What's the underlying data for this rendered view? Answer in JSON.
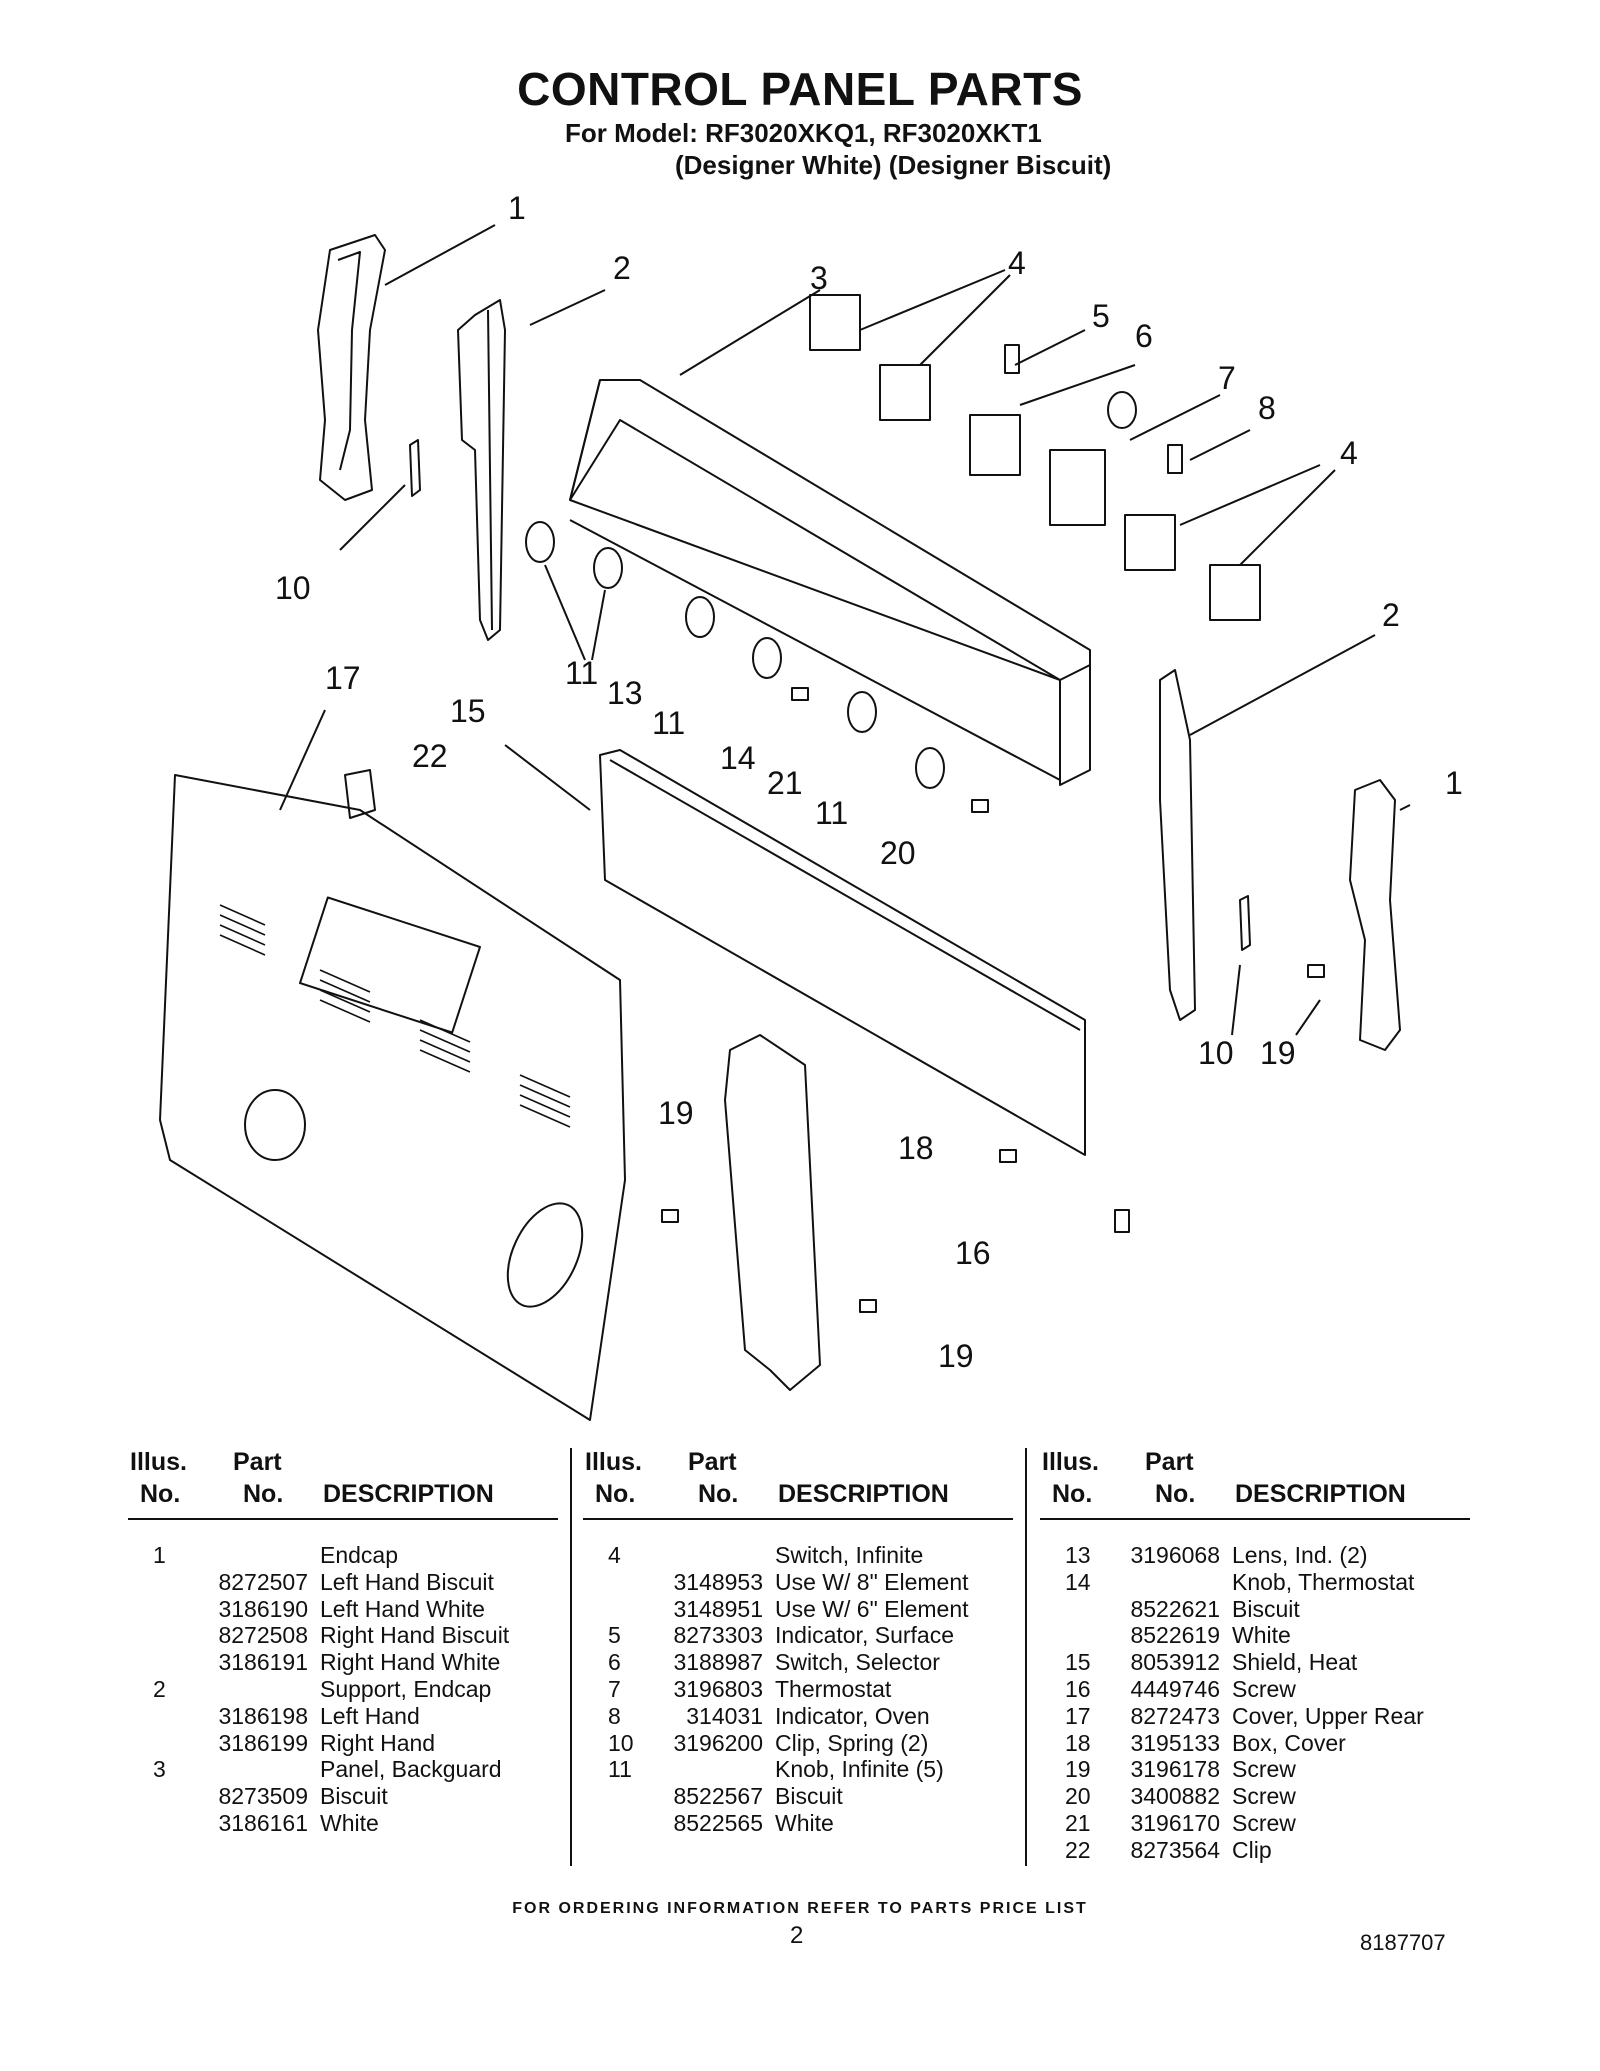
{
  "header": {
    "title": "CONTROL PANEL PARTS",
    "model_line": "For Model: RF3020XKQ1, RF3020XKT1",
    "variant_line": "(Designer White) (Designer Biscuit)"
  },
  "callouts": [
    "1",
    "2",
    "3",
    "4",
    "5",
    "6",
    "7",
    "8",
    "4",
    "10",
    "11",
    "13",
    "11",
    "14",
    "21",
    "11",
    "20",
    "2",
    "1",
    "17",
    "22",
    "15",
    "10",
    "19",
    "19",
    "18",
    "16",
    "19"
  ],
  "table_headers": {
    "illus": "Illus.",
    "no": "No.",
    "part": "Part",
    "part_no": "No.",
    "description": "DESCRIPTION"
  },
  "columns": [
    {
      "rows": [
        {
          "no": "1",
          "part": "",
          "desc": "Endcap"
        },
        {
          "no": "",
          "part": "8272507",
          "desc": "Left Hand Biscuit"
        },
        {
          "no": "",
          "part": "3186190",
          "desc": "Left Hand White"
        },
        {
          "no": "",
          "part": "8272508",
          "desc": "Right Hand Biscuit"
        },
        {
          "no": "",
          "part": "3186191",
          "desc": "Right Hand White"
        },
        {
          "no": "2",
          "part": "",
          "desc": "Support, Endcap"
        },
        {
          "no": "",
          "part": "3186198",
          "desc": "Left Hand"
        },
        {
          "no": "",
          "part": "3186199",
          "desc": "Right Hand"
        },
        {
          "no": "3",
          "part": "",
          "desc": "Panel, Backguard"
        },
        {
          "no": "",
          "part": "8273509",
          "desc": "Biscuit"
        },
        {
          "no": "",
          "part": "3186161",
          "desc": "White"
        }
      ]
    },
    {
      "rows": [
        {
          "no": "4",
          "part": "",
          "desc": "Switch, Infinite"
        },
        {
          "no": "",
          "part": "3148953",
          "desc": "Use W/ 8\" Element"
        },
        {
          "no": "",
          "part": "3148951",
          "desc": "Use W/ 6\" Element"
        },
        {
          "no": "5",
          "part": "8273303",
          "desc": "Indicator, Surface"
        },
        {
          "no": "6",
          "part": "3188987",
          "desc": "Switch, Selector"
        },
        {
          "no": "7",
          "part": "3196803",
          "desc": "Thermostat"
        },
        {
          "no": "8",
          "part": "314031",
          "desc": "Indicator, Oven"
        },
        {
          "no": "10",
          "part": "3196200",
          "desc": "Clip, Spring (2)"
        },
        {
          "no": "11",
          "part": "",
          "desc": "Knob, Infinite (5)"
        },
        {
          "no": "",
          "part": "8522567",
          "desc": "Biscuit"
        },
        {
          "no": "",
          "part": "8522565",
          "desc": "White"
        }
      ]
    },
    {
      "rows": [
        {
          "no": "13",
          "part": "3196068",
          "desc": "Lens, Ind. (2)"
        },
        {
          "no": "14",
          "part": "",
          "desc": "Knob, Thermostat"
        },
        {
          "no": "",
          "part": "8522621",
          "desc": "Biscuit"
        },
        {
          "no": "",
          "part": "8522619",
          "desc": "White"
        },
        {
          "no": "15",
          "part": "8053912",
          "desc": "Shield, Heat"
        },
        {
          "no": "16",
          "part": "4449746",
          "desc": "Screw"
        },
        {
          "no": "17",
          "part": "8272473",
          "desc": "Cover, Upper Rear"
        },
        {
          "no": "18",
          "part": "3195133",
          "desc": "Box, Cover"
        },
        {
          "no": "19",
          "part": "3196178",
          "desc": "Screw"
        },
        {
          "no": "20",
          "part": "3400882",
          "desc": "Screw"
        },
        {
          "no": "21",
          "part": "3196170",
          "desc": "Screw"
        },
        {
          "no": "22",
          "part": "8273564",
          "desc": "Clip"
        }
      ]
    }
  ],
  "footer": {
    "ordering_note": "FOR ORDERING INFORMATION REFER TO PARTS PRICE LIST",
    "page_number": "2",
    "doc_number": "8187707"
  }
}
